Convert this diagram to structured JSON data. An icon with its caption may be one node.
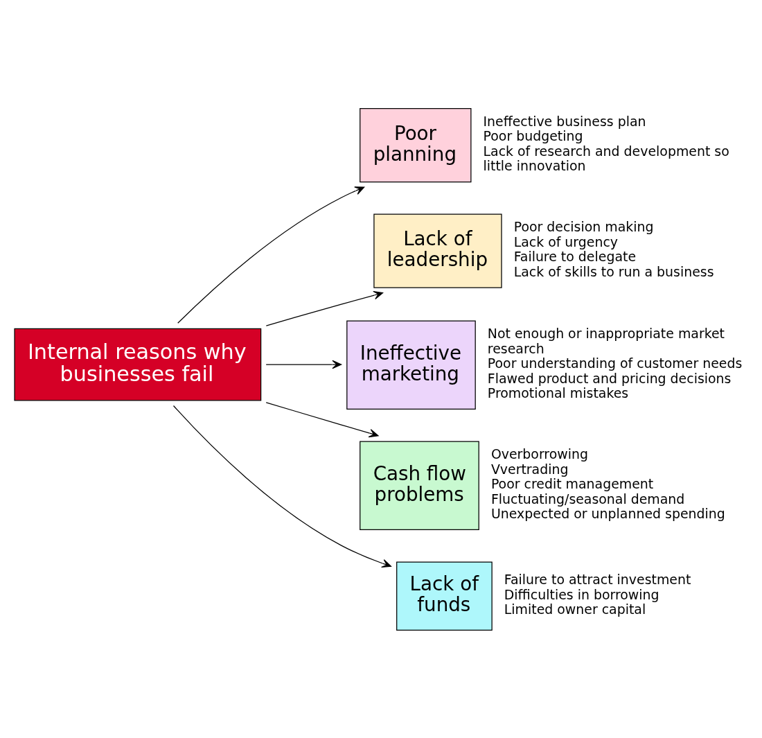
{
  "diagram": {
    "nodes": [
      {
        "text": [
          "Internal reasons why businesses fail"
        ]
      },
      {
        "text": [
          "Poor planning"
        ],
        "beside": [
          "Ineffective business plan",
          "Poor budgeting",
          "Lack of research and development so little innovation"
        ]
      },
      {
        "text": [
          "Lack of leadership"
        ],
        "beside": [
          "Poor decision making",
          "Lack of urgency",
          "Failure to delegate",
          "Lack of skills to run a business"
        ]
      },
      {
        "text": [
          "Ineffective marketing"
        ],
        "beside": [
          "Not enough or inappropriate market research",
          "Poor understanding of customer needs",
          "Flawed product and pricing decisions",
          "Promotional mistakes"
        ]
      },
      {
        "text": [
          "Cash flow problems"
        ],
        "beside": [
          "Overborrowing",
          "Vvertrading",
          "Poor credit management",
          "Fluctuating/seasonal demand",
          "Unexpected or unplanned spending"
        ]
      },
      {
        "text": [
          "Lack of funds"
        ],
        "beside": [
          "Failure to attract investment",
          "Difficulties in borrowing",
          "Limited owner capital"
        ]
      }
    ],
    "edges": [
      {
        "from": 0,
        "to": 1,
        "arrow": "to"
      },
      {
        "from": 0,
        "to": 2,
        "arrow": "to"
      },
      {
        "from": 0,
        "to": 3,
        "arrow": "to"
      },
      {
        "from": 0,
        "to": 4,
        "arrow": "to"
      },
      {
        "from": 0,
        "to": 5,
        "arrow": "to"
      }
    ]
  }
}
